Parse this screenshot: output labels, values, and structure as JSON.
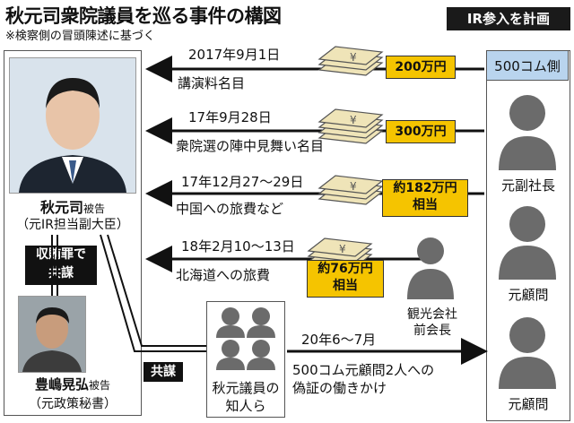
{
  "title": "秋元司衆院議員を巡る事件の構図",
  "note": "※検察側の冒頭陳述に基づく",
  "ir_header": "IR参入を計画",
  "company": "500コム側",
  "people_right": [
    "元副社長",
    "元顧問",
    "元顧問"
  ],
  "akimoto": {
    "name": "秋元司",
    "suffix": "被告",
    "role": "（元IR担当副大臣）"
  },
  "conspiracy_label": "収賄罪で\n共謀",
  "toyoshima": {
    "name": "豊嶋晃弘",
    "suffix": "被告",
    "role": "（元政策秘書）"
  },
  "kyobo": "共謀",
  "flows": [
    {
      "date": "2017年9月1日",
      "desc": "講演料名目",
      "amount": "200万円"
    },
    {
      "date": "17年9月28日",
      "desc": "衆院選の陣中見舞い名目",
      "amount": "300万円"
    },
    {
      "date": "17年12月27～29日",
      "desc": "中国への旅費など",
      "amount": "約182万円",
      "amount2": "相当"
    },
    {
      "date": "18年2月10～13日",
      "desc": "北海道への旅費",
      "amount": "約76万円",
      "amount2": "相当"
    }
  ],
  "tourism": {
    "line1": "観光会社",
    "line2": "前会長"
  },
  "acquaintances": {
    "line1": "秋元議員の",
    "line2": "知人ら"
  },
  "bottom_flow": {
    "date": "20年6～7月",
    "desc1": "500コム元顧問2人への",
    "desc2": "偽証の働きかけ"
  }
}
